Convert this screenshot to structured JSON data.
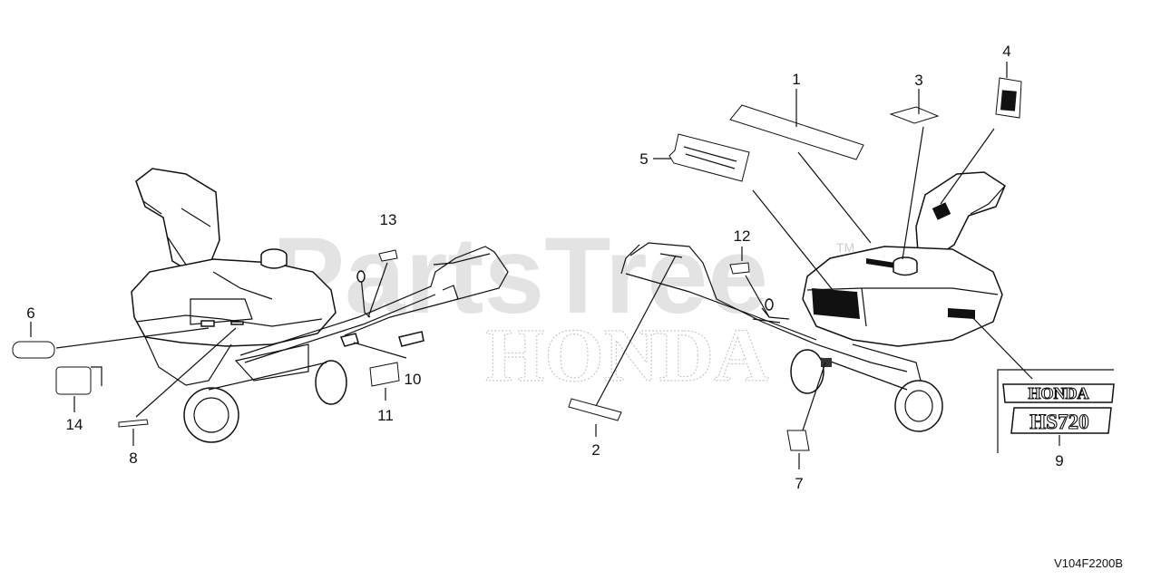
{
  "watermark": {
    "brand": "PartsTree",
    "trademark": "TM",
    "maker": "HONDA"
  },
  "figure_code": "V104F2200B",
  "callouts": [
    {
      "id": "c1",
      "label": "1"
    },
    {
      "id": "c2",
      "label": "2"
    },
    {
      "id": "c3",
      "label": "3"
    },
    {
      "id": "c4",
      "label": "4"
    },
    {
      "id": "c5",
      "label": "5"
    },
    {
      "id": "c6",
      "label": "6"
    },
    {
      "id": "c7",
      "label": "7"
    },
    {
      "id": "c8",
      "label": "8"
    },
    {
      "id": "c9",
      "label": "9"
    },
    {
      "id": "c10",
      "label": "10"
    },
    {
      "id": "c11",
      "label": "11"
    },
    {
      "id": "c12",
      "label": "12"
    },
    {
      "id": "c13",
      "label": "13"
    },
    {
      "id": "c14",
      "label": "14"
    }
  ],
  "badge": {
    "brand_text": "HONDA",
    "model_text": "HS720"
  },
  "colors": {
    "line": "#111111",
    "watermark": "#d9d9d9",
    "background": "#ffffff"
  }
}
